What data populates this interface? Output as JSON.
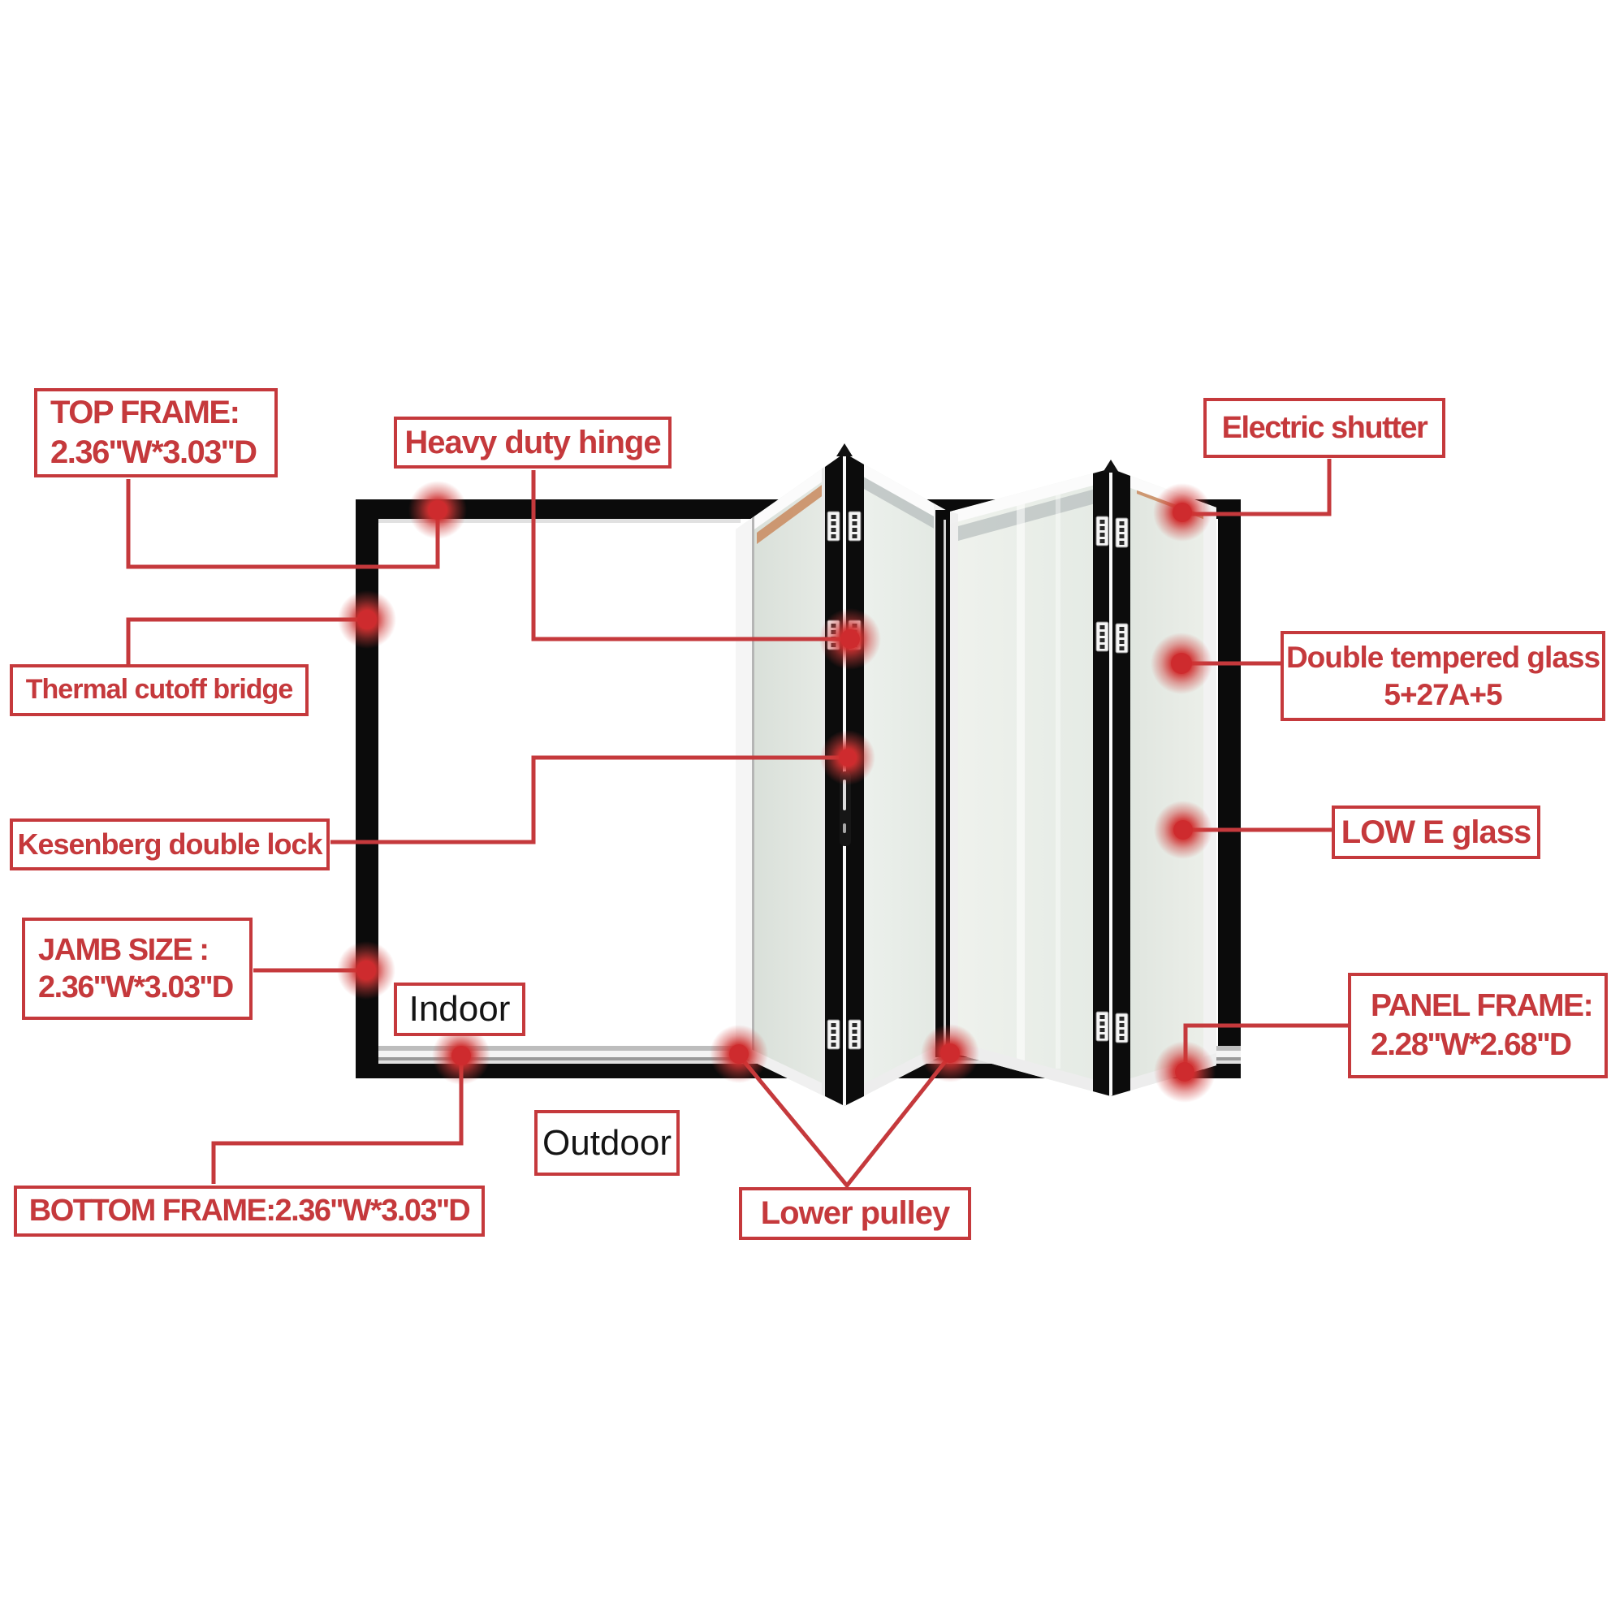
{
  "title": "Bi-fold door features diagram",
  "colors": {
    "accent_red": "#c5393c",
    "dot_red": "#d23432",
    "frame_black": "#0b0b0b",
    "glass_tint": "#e8ece7",
    "hardware_silver": "#f2f2f2",
    "wood_reflection": "#c98a5e"
  },
  "annotations": {
    "top_frame": {
      "line1": "TOP FRAME:",
      "line2": "2.36''W*3.03''D"
    },
    "heavy_duty_hinge": {
      "label": "Heavy duty hinge"
    },
    "electric_shutter": {
      "label": "Electric shutter"
    },
    "thermal_cutoff_bridge": {
      "label": "Thermal cutoff bridge"
    },
    "kesenberg_double_lock": {
      "label": "Kesenberg double lock"
    },
    "jamb_size": {
      "line1": "JAMB SIZE :",
      "line2": "2.36''W*3.03''D"
    },
    "double_tempered_glass": {
      "line1": "Double tempered glass",
      "line2": "5+27A+5"
    },
    "low_e_glass": {
      "label": "LOW E glass"
    },
    "panel_frame": {
      "line1": "PANEL FRAME:",
      "line2": "2.28''W*2.68''D"
    },
    "bottom_frame": {
      "label": "BOTTOM FRAME:2.36''W*3.03''D"
    },
    "lower_pulley": {
      "label": "Lower pulley"
    },
    "indoor": {
      "label": "Indoor"
    },
    "outdoor": {
      "label": "Outdoor"
    }
  }
}
